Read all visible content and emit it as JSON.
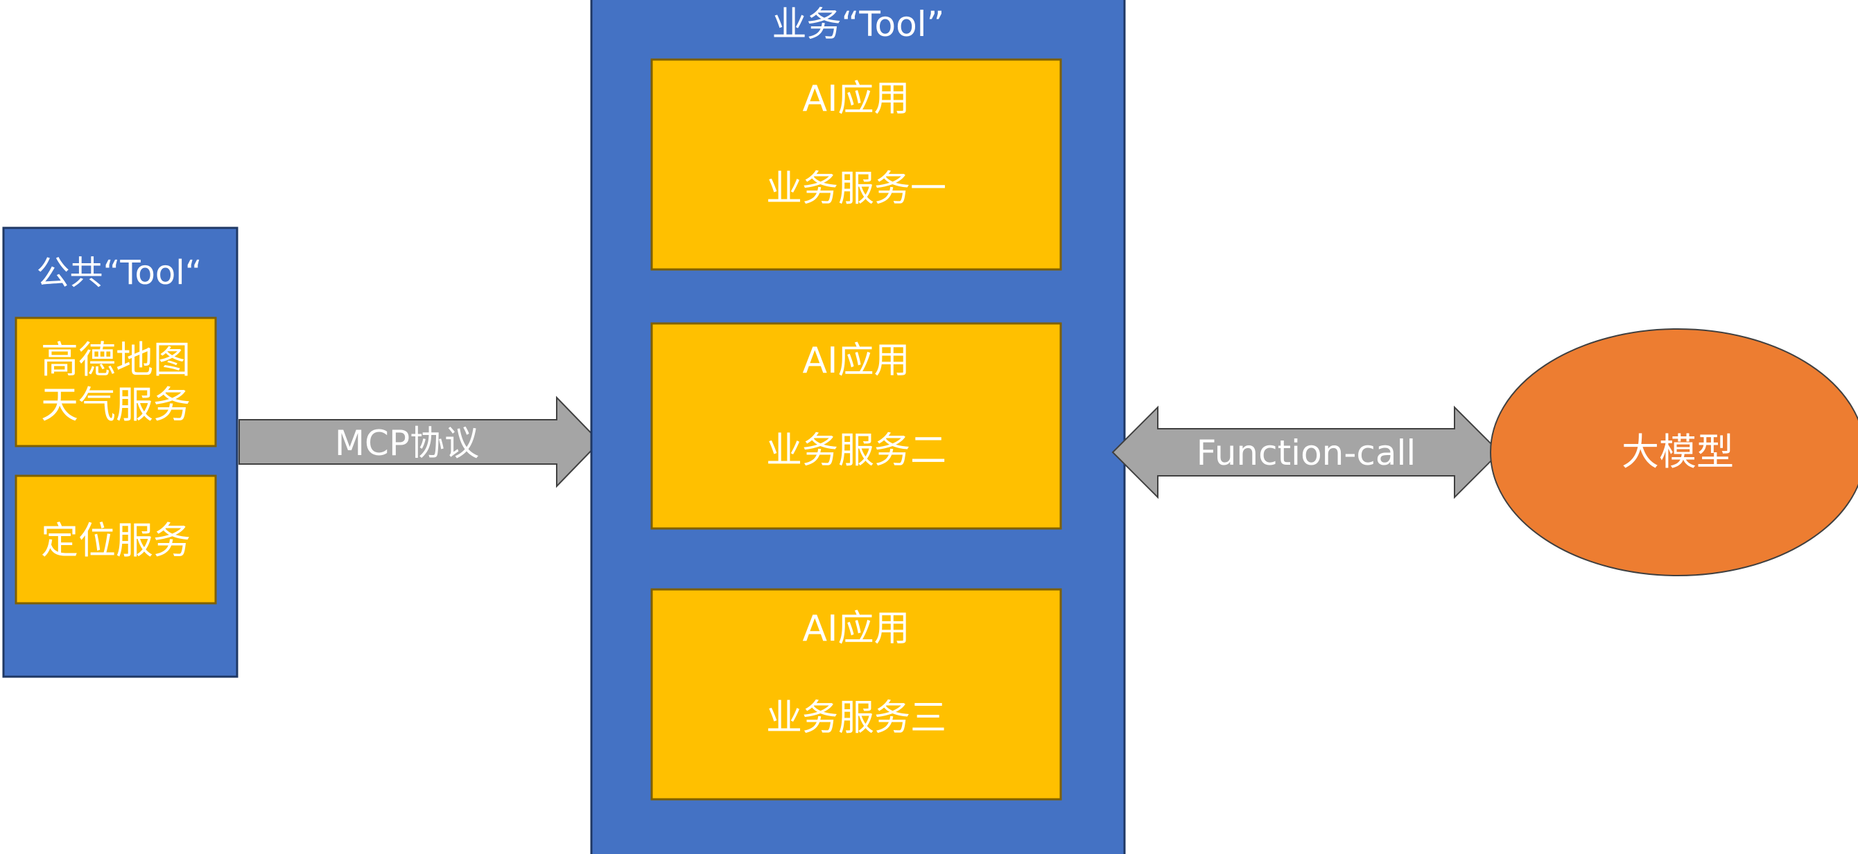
{
  "colors": {
    "container_fill": "#4472C4",
    "container_stroke": "#1F3864",
    "box_fill": "#FFC000",
    "box_stroke": "#7F6000",
    "arrow_fill": "#A5A5A5",
    "arrow_stroke": "#404040",
    "ellipse_fill": "#ED7D31",
    "ellipse_stroke": "#404040",
    "text": "#FFFFFF"
  },
  "public_tool": {
    "title": "公共“Tool“",
    "map_weather": {
      "line1": "高德地图",
      "line2": "天气服务"
    },
    "location": {
      "label": "定位服务"
    }
  },
  "mcp_arrow": {
    "label": "MCP协议"
  },
  "business_tool": {
    "title": "业务“Tool”",
    "services": [
      {
        "app_label": "AI应用",
        "service_label": "业务服务一"
      },
      {
        "app_label": "AI应用",
        "service_label": "业务服务二"
      },
      {
        "app_label": "AI应用",
        "service_label": "业务服务三"
      }
    ]
  },
  "function_call_arrow": {
    "label": "Function-call"
  },
  "model": {
    "label": "大模型"
  }
}
